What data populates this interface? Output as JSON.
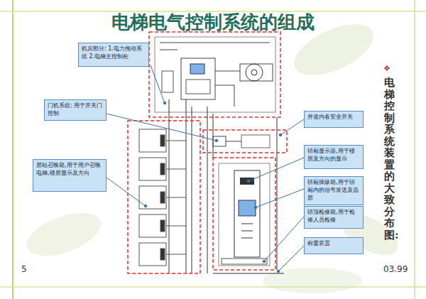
{
  "diagram": {
    "title": "电梯电气控制系统的组成",
    "nodes": [
      {
        "text": [
          "机房部分: 1.电力拖动系统 2.电梯主控制柜"
        ]
      },
      {
        "text": [
          "门机系统: 用于开关门控制"
        ]
      },
      {
        "text": [
          "层站召唤箱,用于用户召唤电梯,楼层显示及方向"
        ]
      },
      {
        "text": [
          "井道内各安全开关"
        ]
      },
      {
        "text": [
          "轿厢显示器,用于楼层及方向的显示"
        ]
      },
      {
        "text": [
          "轿厢操纵箱,用于轿厢内的信号发送及选层"
        ]
      },
      {
        "text": [
          "轿顶检修箱,用于检修人员检修"
        ]
      },
      {
        "text": [
          "称重装置"
        ]
      }
    ],
    "labels": [
      "❖",
      "电梯控制系统装置的大致分布图:",
      "5",
      "03.99"
    ]
  }
}
